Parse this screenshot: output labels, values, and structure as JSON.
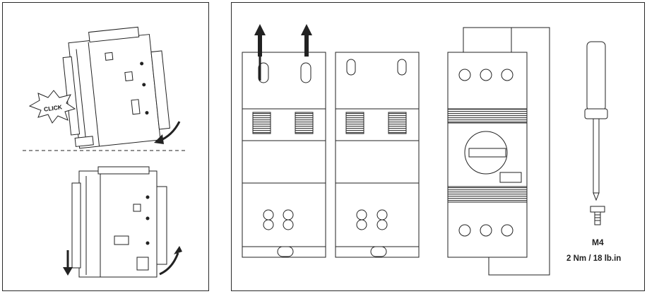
{
  "left_panel": {
    "click_label": "CLICK"
  },
  "right_panel": {
    "screw": {
      "size_label": "M4",
      "torque_label": "2 Nm / 18  lb.in"
    }
  },
  "colors": {
    "line": "#222222",
    "fill": "#ffffff",
    "hatch": "#444444"
  },
  "icons": [
    "click-burst-icon",
    "rotate-arrow-icon",
    "down-arrow-icon",
    "up-arrow-icon",
    "screwdriver-icon",
    "screw-icon"
  ]
}
